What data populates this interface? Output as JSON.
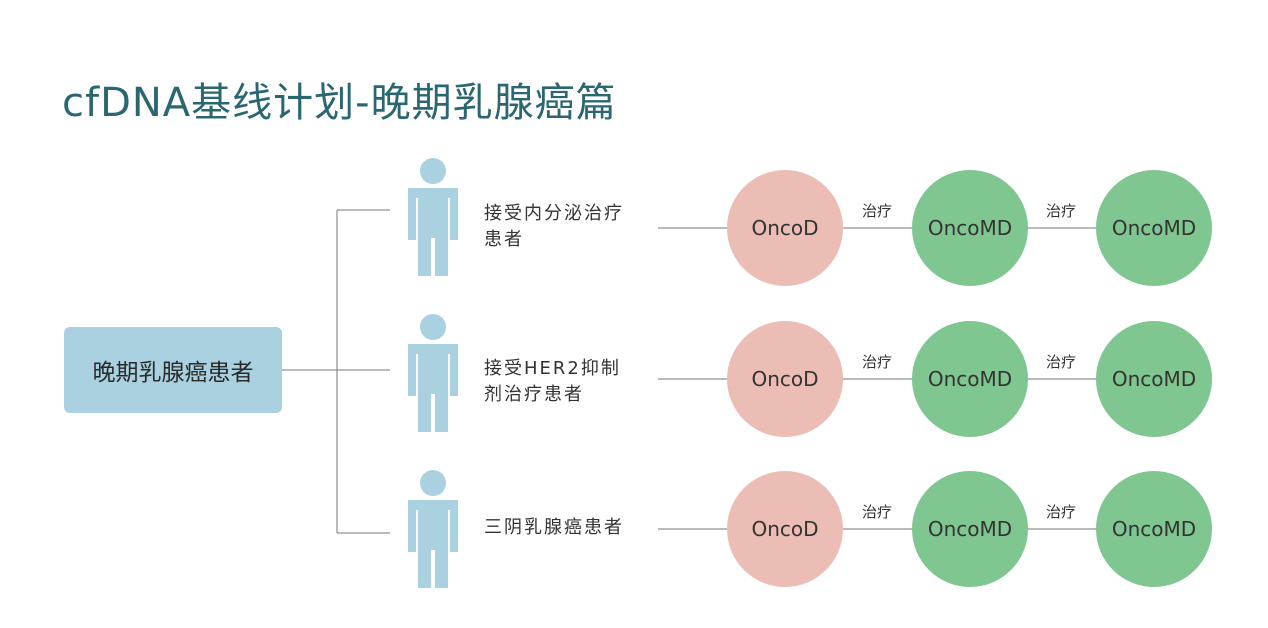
{
  "title": "cfDNA基线计划-晚期乳腺癌篇",
  "root": {
    "label": "晚期乳腺癌患者"
  },
  "colors": {
    "title": "#2b6770",
    "root_fill": "#a9d1e0",
    "person": "#a9d1e0",
    "oncod": "#ecbdb5",
    "oncomd": "#7fc690",
    "line": "#777777"
  },
  "groups": [
    {
      "label": "接受内分泌治疗\n患者",
      "nodes": [
        "OncoD",
        "OncoMD",
        "OncoMD"
      ],
      "edge_labels": [
        "治疗",
        "治疗"
      ]
    },
    {
      "label": "接受HER2抑制\n剂治疗患者",
      "nodes": [
        "OncoD",
        "OncoMD",
        "OncoMD"
      ],
      "edge_labels": [
        "治疗",
        "治疗"
      ]
    },
    {
      "label": "三阴乳腺癌患者",
      "nodes": [
        "OncoD",
        "OncoMD",
        "OncoMD"
      ],
      "edge_labels": [
        "治疗",
        "治疗"
      ]
    }
  ]
}
